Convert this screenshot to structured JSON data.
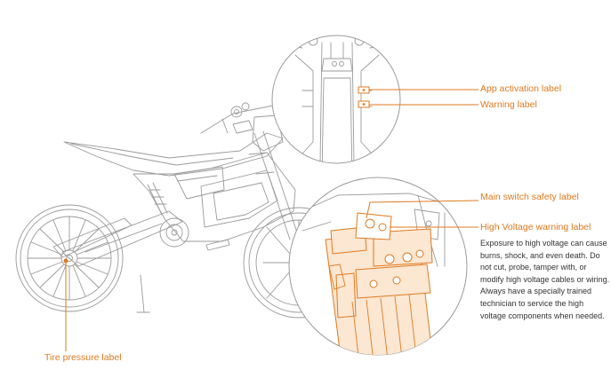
{
  "labels": {
    "app_activation": "App activation label",
    "warning": "Warning label",
    "main_switch": "Main switch safety label",
    "high_voltage": "High Voltage warning label",
    "high_voltage_description": "Exposure to high voltage can cause burns, shock, and even death. Do not cut, probe, tamper with, or modify high voltage cables or wiring. Always have a specially trained technician to service the high voltage components when needed.",
    "tire_pressure": "Tire pressure label"
  },
  "colors": {
    "accent": "#e07a1f",
    "line_art": "#9a9a9a",
    "text": "#333333",
    "background": "#ffffff"
  }
}
